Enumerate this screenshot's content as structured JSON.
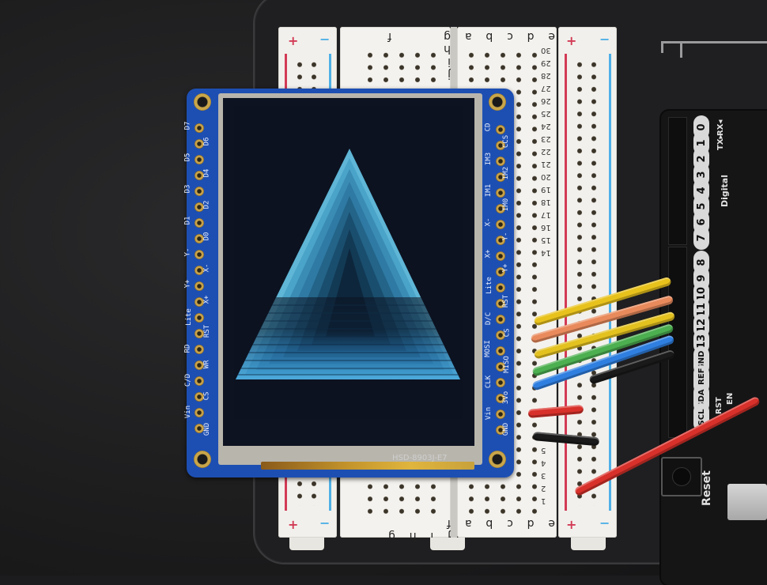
{
  "scene": {
    "description": "2.8in TFT LCD breakout board on a half-size breadboard wired to an Arduino-compatible board",
    "display_graphic": "nested cyan-to-blue triangles on dark navy background"
  },
  "breadboard": {
    "columns_left": [
      "j",
      "i",
      "h",
      "g",
      "f"
    ],
    "columns_right": [
      "e",
      "d",
      "c",
      "b",
      "a"
    ],
    "row_numbers_top": [
      "30",
      "29",
      "28",
      "27",
      "26",
      "25",
      "24",
      "23",
      "22",
      "21",
      "20",
      "19",
      "18",
      "17",
      "16",
      "15",
      "14"
    ],
    "row_numbers_bottom": [
      "5",
      "4",
      "3",
      "2",
      "1"
    ],
    "rail_plus": "+",
    "rail_minus": "−",
    "colors": {
      "rail_red": "#d23a55",
      "rail_blue": "#4fb0e6",
      "body": "#f2f0ec"
    }
  },
  "tft_breakout": {
    "pcb_color": "#1d4fb3",
    "model_label": "HSD-8903J-E7",
    "left_pins_outer": [
      "D7",
      "D5",
      "D3",
      "D1",
      "Y-",
      "Y+",
      "Lite",
      "RD",
      "C/D",
      "Vin"
    ],
    "left_pins_inner": [
      "D6",
      "D4",
      "D2",
      "D0",
      "X-",
      "X+",
      "RST",
      "WR",
      "CS",
      "GND"
    ],
    "right_pins_inner": [
      "CD",
      "IM3",
      "IM1",
      "X-",
      "X+",
      "Lite",
      "D/C",
      "MOSI",
      "CLK",
      "Vin"
    ],
    "right_pins_outer": [
      "CCS",
      "IM2",
      "IM0",
      "Y-",
      "Y+",
      "RST",
      "CS",
      "MISO",
      "3Vo",
      "GND"
    ]
  },
  "arduino": {
    "digital_pins": [
      "0",
      "1",
      "2",
      "3",
      "4",
      "5",
      "6",
      "7",
      "8",
      "9",
      "10",
      "11",
      "12",
      "13",
      "GND",
      "AREF",
      "SDA",
      "SCL"
    ],
    "labels": {
      "rx": "RX◂",
      "tx": "TX▸",
      "digital": "Digital",
      "reset": "Reset",
      "en": "EN",
      "rst": "RST"
    }
  },
  "wires": [
    {
      "color": "#e8c21c",
      "name": "yellow"
    },
    {
      "color": "#e98a5c",
      "name": "orange"
    },
    {
      "color": "#e3c11f",
      "name": "yellow"
    },
    {
      "color": "#4caf50",
      "name": "green"
    },
    {
      "color": "#2f7fe0",
      "name": "blue"
    },
    {
      "color": "#1a1a1a",
      "name": "black"
    },
    {
      "color": "#d8302a",
      "name": "red"
    },
    {
      "color": "#1a1a1a",
      "name": "black"
    },
    {
      "color": "#d8302a",
      "name": "red"
    }
  ]
}
